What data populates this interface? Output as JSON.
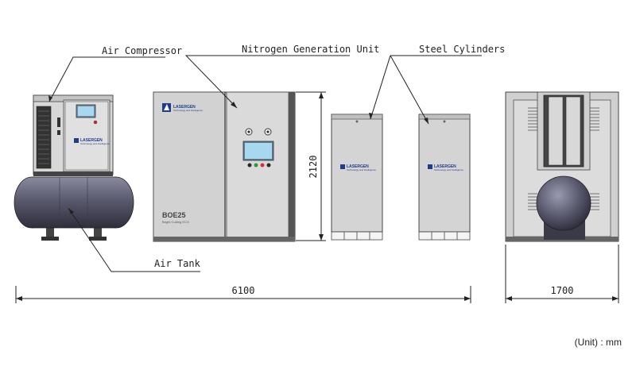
{
  "labels": {
    "air_compressor": "Air Compressor",
    "nitrogen_unit": "Nitrogen Generation Unit",
    "steel_cylinders": "Steel Cylinders",
    "air_tank": "Air Tank"
  },
  "dimensions": {
    "total_length": "6100",
    "height": "2120",
    "depth": "1700"
  },
  "unit_note": "(Unit) : mm",
  "brand": {
    "name": "LASERGEN",
    "tagline": "Technology and Intelligence"
  },
  "nitrogen_panel": {
    "model": "BOE25",
    "subtitle": "Bright Cutting ECO"
  },
  "colors": {
    "panel_grey": "#d6d6d6",
    "frame_dark": "#555555",
    "tank_body": "#5a5a6e",
    "screen_blue": "#a8d8ee",
    "brand_blue": "#1f3b8c"
  }
}
